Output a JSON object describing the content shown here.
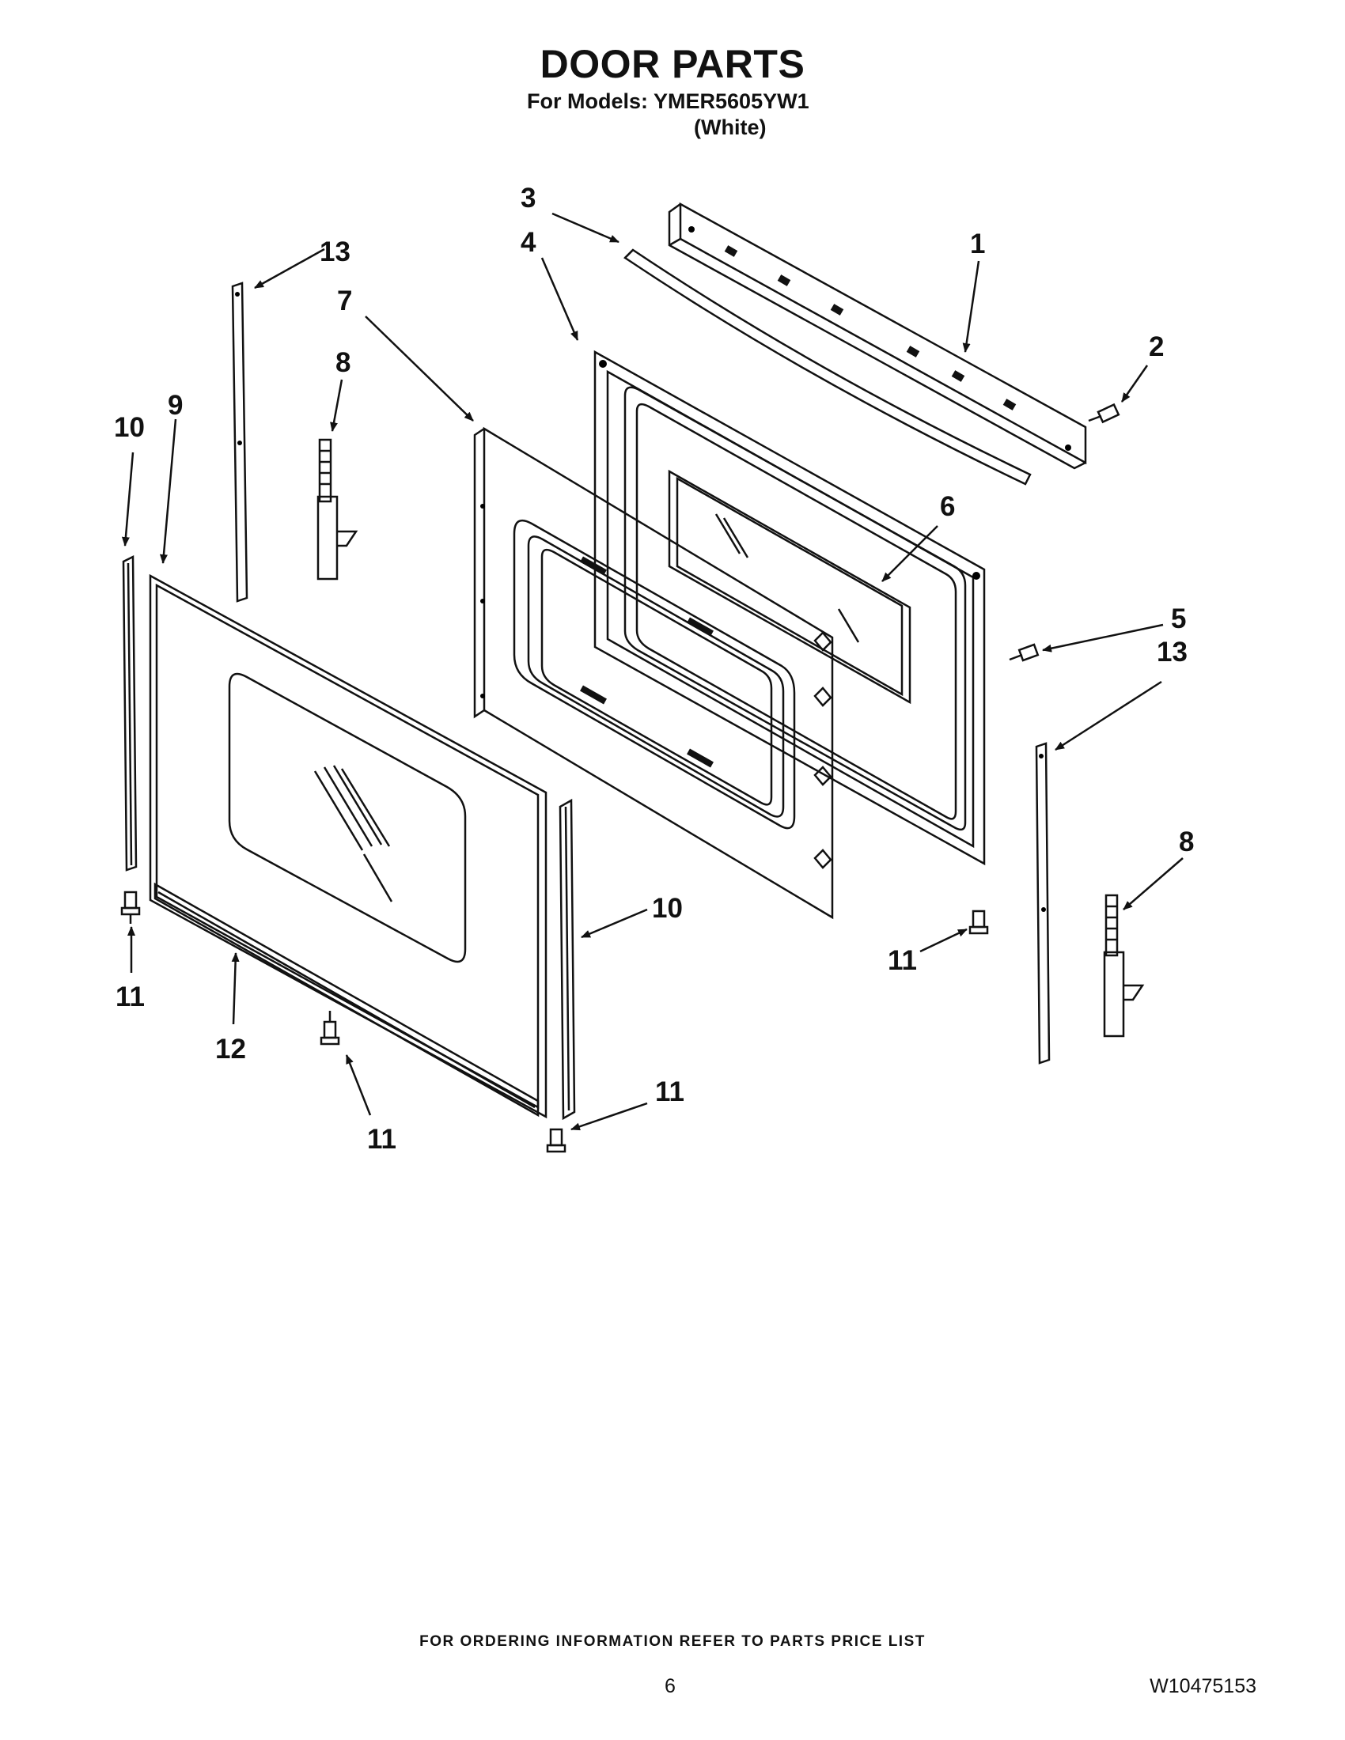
{
  "header": {
    "title": "DOOR PARTS",
    "models": "For Models: YMER5605YW1",
    "color": "(White)"
  },
  "callouts": {
    "c1": "1",
    "c2": "2",
    "c3": "3",
    "c4": "4",
    "c5": "5",
    "c6": "6",
    "c7": "7",
    "c8a": "8",
    "c8b": "8",
    "c9": "9",
    "c10a": "10",
    "c10b": "10",
    "c11a": "11",
    "c11b": "11",
    "c11c": "11",
    "c11d": "11",
    "c12": "12",
    "c13a": "13",
    "c13b": "13"
  },
  "footer": {
    "ordering_note": "FOR ORDERING INFORMATION REFER TO PARTS PRICE LIST",
    "page_number": "6",
    "document_number": "W10475153"
  }
}
